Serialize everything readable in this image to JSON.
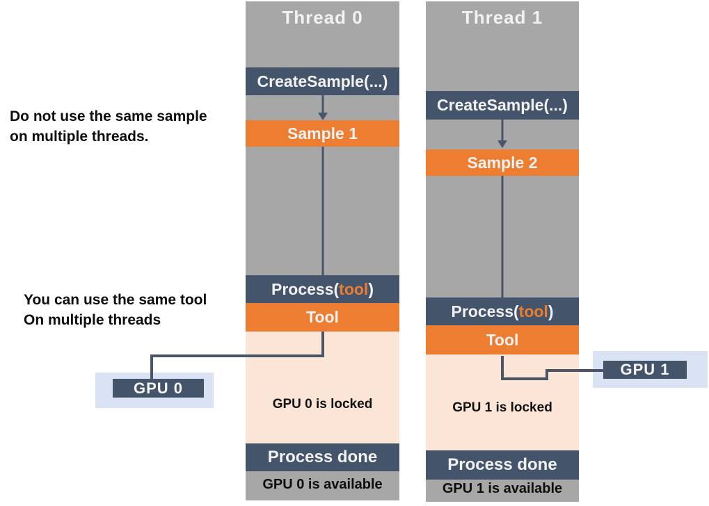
{
  "annotations": {
    "sample_note": {
      "line1": "Do not use the same sample",
      "line2": "on multiple threads."
    },
    "tool_note": {
      "line1": "You can use the same tool",
      "line2": "On multiple threads"
    }
  },
  "threads": [
    {
      "title": "Thread 0",
      "create": "CreateSample(...)",
      "sample": "Sample 1",
      "process_prefix": "Process(",
      "process_arg": "tool",
      "process_suffix": ")",
      "tool": "Tool",
      "locked": "GPU 0 is locked",
      "done": "Process done",
      "available": "GPU 0 is available",
      "gpu": "GPU 0"
    },
    {
      "title": "Thread 1",
      "create": "CreateSample(...)",
      "sample": "Sample 2",
      "process_prefix": "Process(",
      "process_arg": "tool",
      "process_suffix": ")",
      "tool": "Tool",
      "locked": "GPU 1 is locked",
      "done": "Process done",
      "available": "GPU 1 is available",
      "gpu": "GPU 1"
    }
  ],
  "colors": {
    "column_gray": "#A7A7A7",
    "navy": "#44546A",
    "orange": "#ED7D31",
    "peach": "#FBE5D6",
    "gpu_callout_bg": "#DAE3F3",
    "connector": "#4A5568",
    "box_text": "#F2F2F2",
    "note_text": "#0D0D0D"
  }
}
